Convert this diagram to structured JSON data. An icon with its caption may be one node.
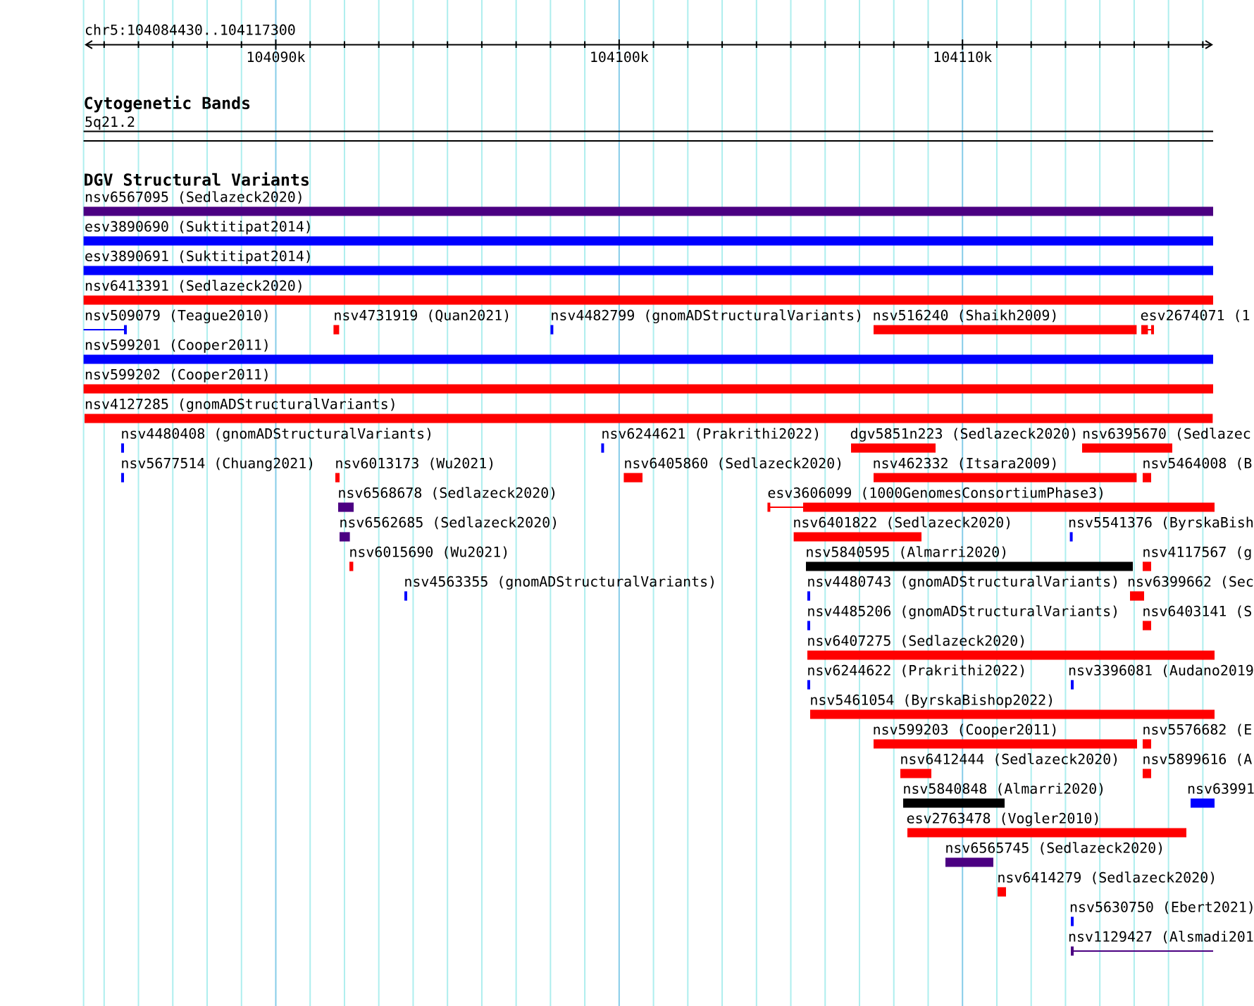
{
  "diagram": {
    "nodes": [
      {
        "text": [
          "5q21.2"
        ]
      },
      {
        "text": [
          "nsv6567095 (Sedlazeck2020)"
        ]
      },
      {
        "text": [
          "esv3890690 (Suktitipat2014)"
        ]
      },
      {
        "text": [
          "esv3890691 (Suktitipat2014)"
        ]
      },
      {
        "text": [
          "nsv6413391 (Sedlazeck2020)"
        ]
      },
      {
        "text": [
          "nsv509079 (Teague2010)"
        ]
      },
      {
        "text": [
          "nsv4731919 (Quan2021)"
        ]
      },
      {
        "text": [
          "nsv4482799 (gnomADStructuralVariants)"
        ]
      },
      {
        "text": [
          "nsv516240 (Shaikh2009)"
        ]
      },
      {
        "text": [
          "esv2674071 (1"
        ]
      },
      {
        "text": [
          "nsv599201 (Cooper2011)"
        ]
      },
      {
        "text": [
          "nsv599202 (Cooper2011)"
        ]
      },
      {
        "text": [
          "nsv4127285 (gnomADStructuralVariants)"
        ]
      },
      {
        "text": [
          "nsv4480408 (gnomADStructuralVariants)"
        ]
      },
      {
        "text": [
          "nsv6244621 (Prakrithi2022)"
        ]
      },
      {
        "text": [
          "dgv5851n223 (Sedlazeck2020)"
        ]
      },
      {
        "text": [
          "nsv6395670 (Sedlazec"
        ]
      },
      {
        "text": [
          "nsv5677514 (Chuang2021)"
        ]
      },
      {
        "text": [
          "nsv6013173 (Wu2021)"
        ]
      },
      {
        "text": [
          "nsv6405860 (Sedlazeck2020)"
        ]
      },
      {
        "text": [
          "nsv462332 (Itsara2009)"
        ]
      },
      {
        "text": [
          "nsv5464008 (B"
        ]
      },
      {
        "text": [
          "nsv6568678 (Sedlazeck2020)"
        ]
      },
      {
        "text": [
          "esv3606099 (1000GenomesConsortiumPhase3)"
        ]
      },
      {
        "text": [
          "nsv6562685 (Sedlazeck2020)"
        ]
      },
      {
        "text": [
          "nsv6401822 (Sedlazeck2020)"
        ]
      },
      {
        "text": [
          "nsv5541376 (ByrskaBish"
        ]
      },
      {
        "text": [
          "nsv6015690 (Wu2021)"
        ]
      },
      {
        "text": [
          "nsv5840595 (Almarri2020)"
        ]
      },
      {
        "text": [
          "nsv4117567 (g"
        ]
      },
      {
        "text": [
          "nsv4563355 (gnomADStructuralVariants)"
        ]
      },
      {
        "text": [
          "nsv4480743 (gnomADStructuralVariants)"
        ]
      },
      {
        "text": [
          "nsv6399662 (Sec"
        ]
      },
      {
        "text": [
          "nsv4485206 (gnomADStructuralVariants)"
        ]
      },
      {
        "text": [
          "nsv6403141 (S"
        ]
      },
      {
        "text": [
          "nsv6407275 (Sedlazeck2020)"
        ]
      },
      {
        "text": [
          "nsv6244622 (Prakrithi2022)"
        ]
      },
      {
        "text": [
          "nsv3396081 (Audano2019"
        ]
      },
      {
        "text": [
          "nsv5461054 (ByrskaBishop2022)"
        ]
      },
      {
        "text": [
          "nsv599203 (Cooper2011)"
        ]
      },
      {
        "text": [
          "nsv5576682 (E"
        ]
      },
      {
        "text": [
          "nsv6412444 (Sedlazeck2020)"
        ]
      },
      {
        "text": [
          "nsv5899616 (A"
        ]
      },
      {
        "text": [
          "nsv5840848 (Almarri2020)"
        ]
      },
      {
        "text": [
          "nsv63991"
        ]
      },
      {
        "text": [
          "esv2763478 (Vogler2010)"
        ]
      },
      {
        "text": [
          "nsv6565745 (Sedlazeck2020)"
        ]
      },
      {
        "text": [
          "nsv6414279 (Sedlazeck2020)"
        ]
      },
      {
        "text": [
          "nsv5630750 (Ebert2021)"
        ]
      },
      {
        "text": [
          "nsv1129427 (Alsmadi201"
        ]
      }
    ],
    "labels": [
      "chr5:104084430..104117300",
      "104090k",
      "104100k",
      "104110k",
      "Cytogenetic Bands",
      "DGV Structural Variants"
    ]
  }
}
